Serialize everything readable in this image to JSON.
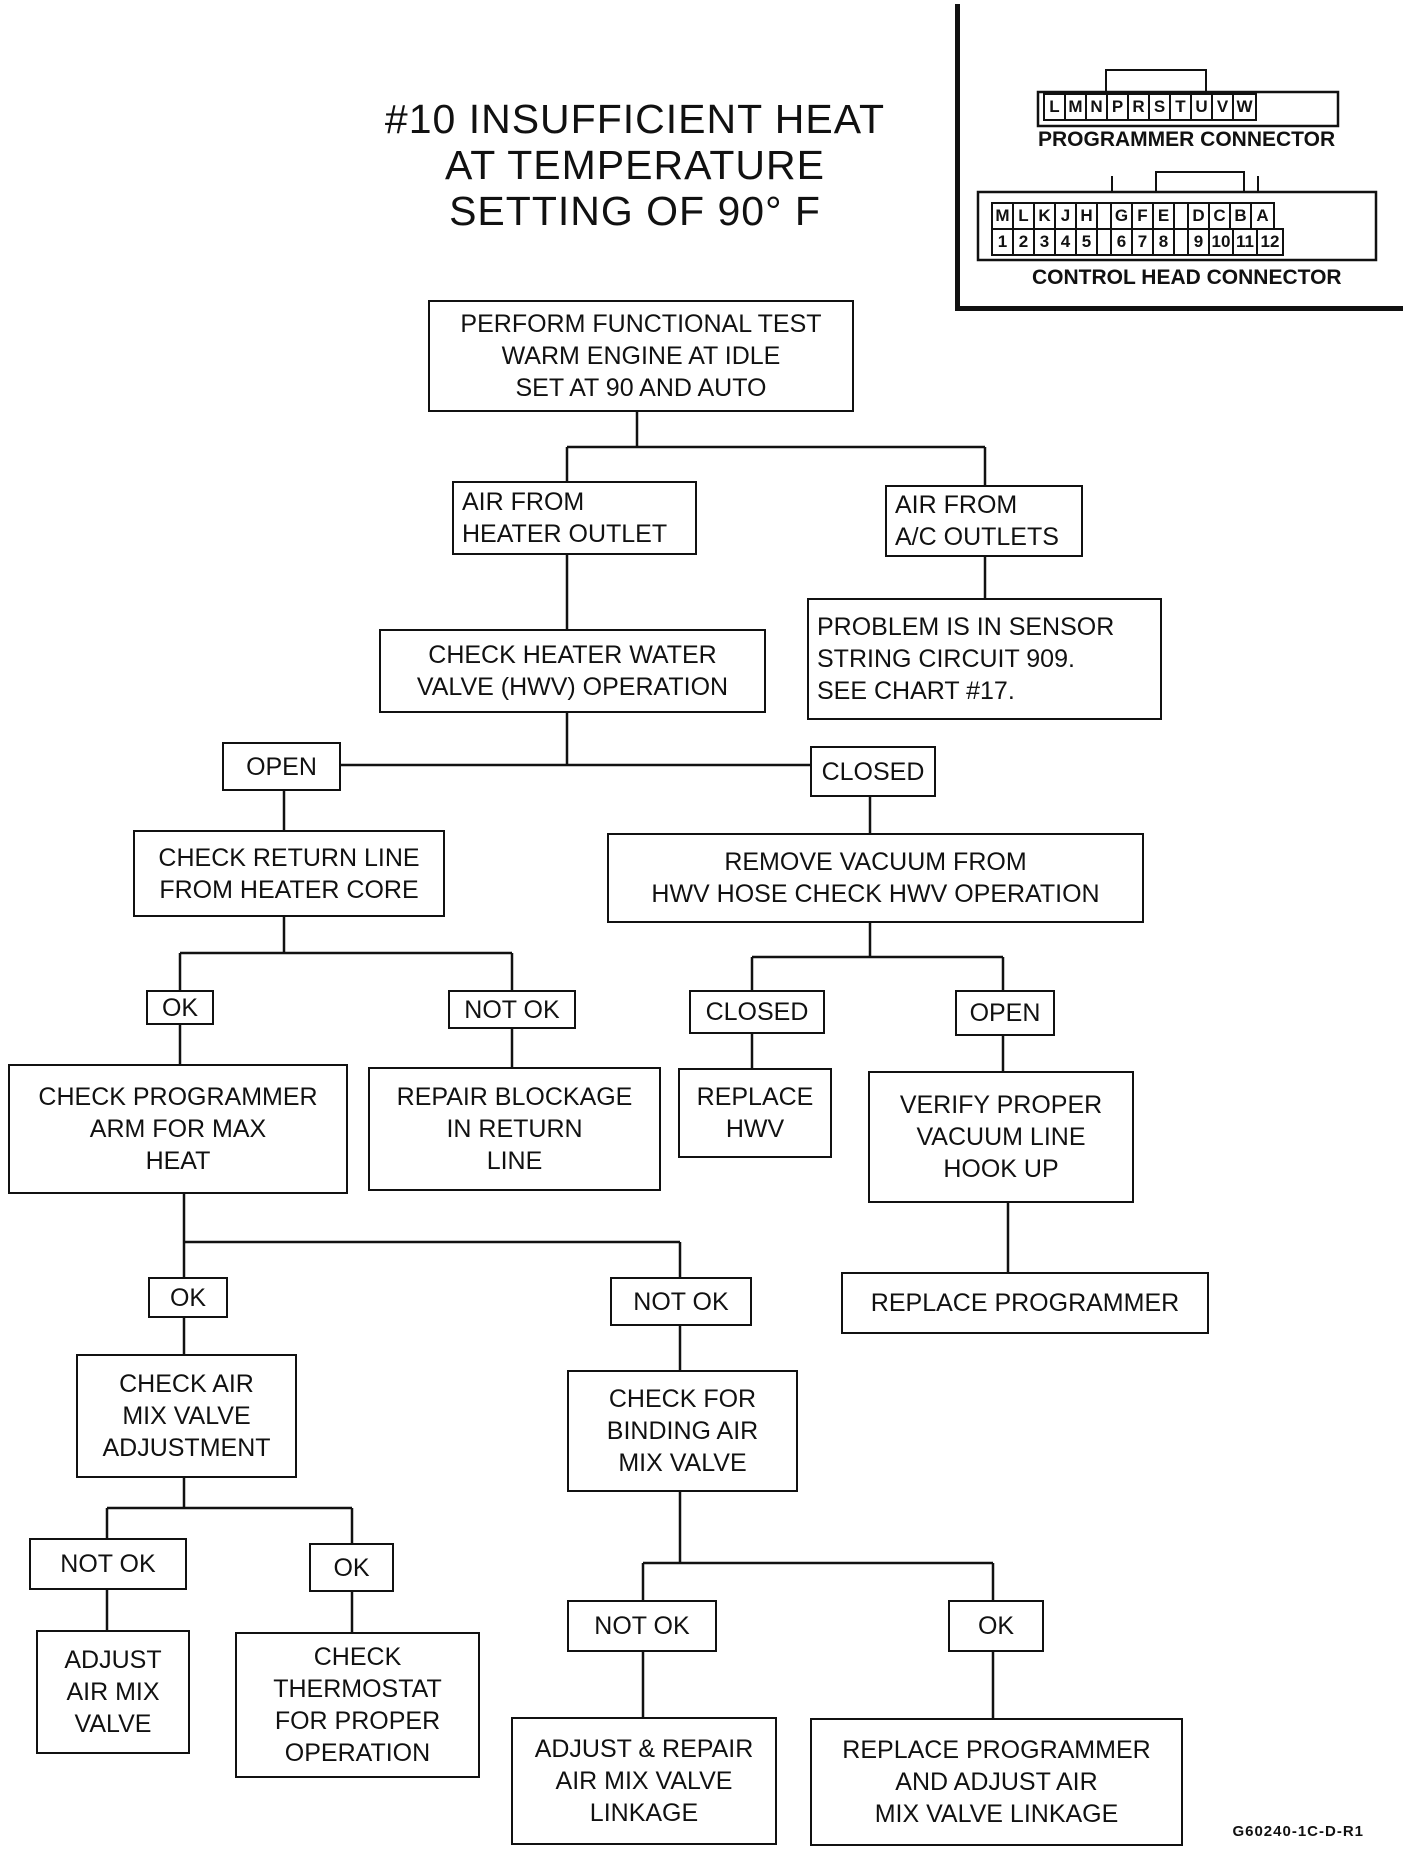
{
  "title": {
    "line1": "#10 INSUFFICIENT HEAT",
    "line2": "AT TEMPERATURE",
    "line3": "SETTING OF 90° F"
  },
  "inset": {
    "programmer_label": "PROGRAMMER CONNECTOR",
    "programmer_pins": [
      "L",
      "M",
      "N",
      "P",
      "R",
      "S",
      "T",
      "U",
      "V",
      "W"
    ],
    "control_label": "CONTROL HEAD CONNECTOR",
    "control_top_pins": [
      "M",
      "L",
      "K",
      "J",
      "H",
      "",
      "G",
      "F",
      "E",
      "",
      "D",
      "C",
      "B",
      "A"
    ],
    "control_bottom_pins": [
      "1",
      "2",
      "3",
      "4",
      "5",
      "",
      "6",
      "7",
      "8",
      "",
      "9",
      "10",
      "11",
      "12"
    ]
  },
  "nodes": {
    "start": "PERFORM FUNCTIONAL TEST\nWARM ENGINE AT IDLE\nSET AT 90 AND AUTO",
    "heater_outlet": "AIR FROM\nHEATER OUTLET",
    "ac_outlets": "AIR FROM\nA/C OUTLETS",
    "sensor_problem": "PROBLEM IS IN SENSOR\nSTRING CIRCUIT 909.\nSEE CHART #17.",
    "check_hwv": "CHECK HEATER WATER\nVALVE (HWV) OPERATION",
    "open1": "OPEN",
    "closed1": "CLOSED",
    "check_return": "CHECK RETURN LINE\nFROM HEATER CORE",
    "remove_vacuum": "REMOVE VACUUM FROM\nHWV HOSE CHECK HWV OPERATION",
    "ok1": "OK",
    "notok1": "NOT OK",
    "closed2": "CLOSED",
    "open2": "OPEN",
    "check_prog_arm": "CHECK PROGRAMMER\nARM FOR MAX\nHEAT",
    "repair_blockage": "REPAIR BLOCKAGE\nIN RETURN\nLINE",
    "replace_hwv": "REPLACE\nHWV",
    "verify_vacuum": "VERIFY PROPER\nVACUUM LINE\nHOOK UP",
    "replace_prog1": "REPLACE PROGRAMMER",
    "ok2": "OK",
    "notok2": "NOT OK",
    "check_air_mix_adj": "CHECK AIR\nMIX VALVE\nADJUSTMENT",
    "check_binding": "CHECK FOR\nBINDING AIR\nMIX VALVE",
    "notok3": "NOT OK",
    "ok3": "OK",
    "adjust_air_mix": "ADJUST\nAIR MIX\nVALVE",
    "check_thermostat": "CHECK\nTHERMOSTAT\nFOR PROPER\nOPERATION",
    "notok4": "NOT OK",
    "ok4": "OK",
    "adjust_repair": "ADJUST & REPAIR\nAIR MIX VALVE\nLINKAGE",
    "replace_prog2": "REPLACE PROGRAMMER\nAND ADJUST AIR\nMIX VALVE LINKAGE"
  },
  "footer": "G60240-1C-D-R1"
}
